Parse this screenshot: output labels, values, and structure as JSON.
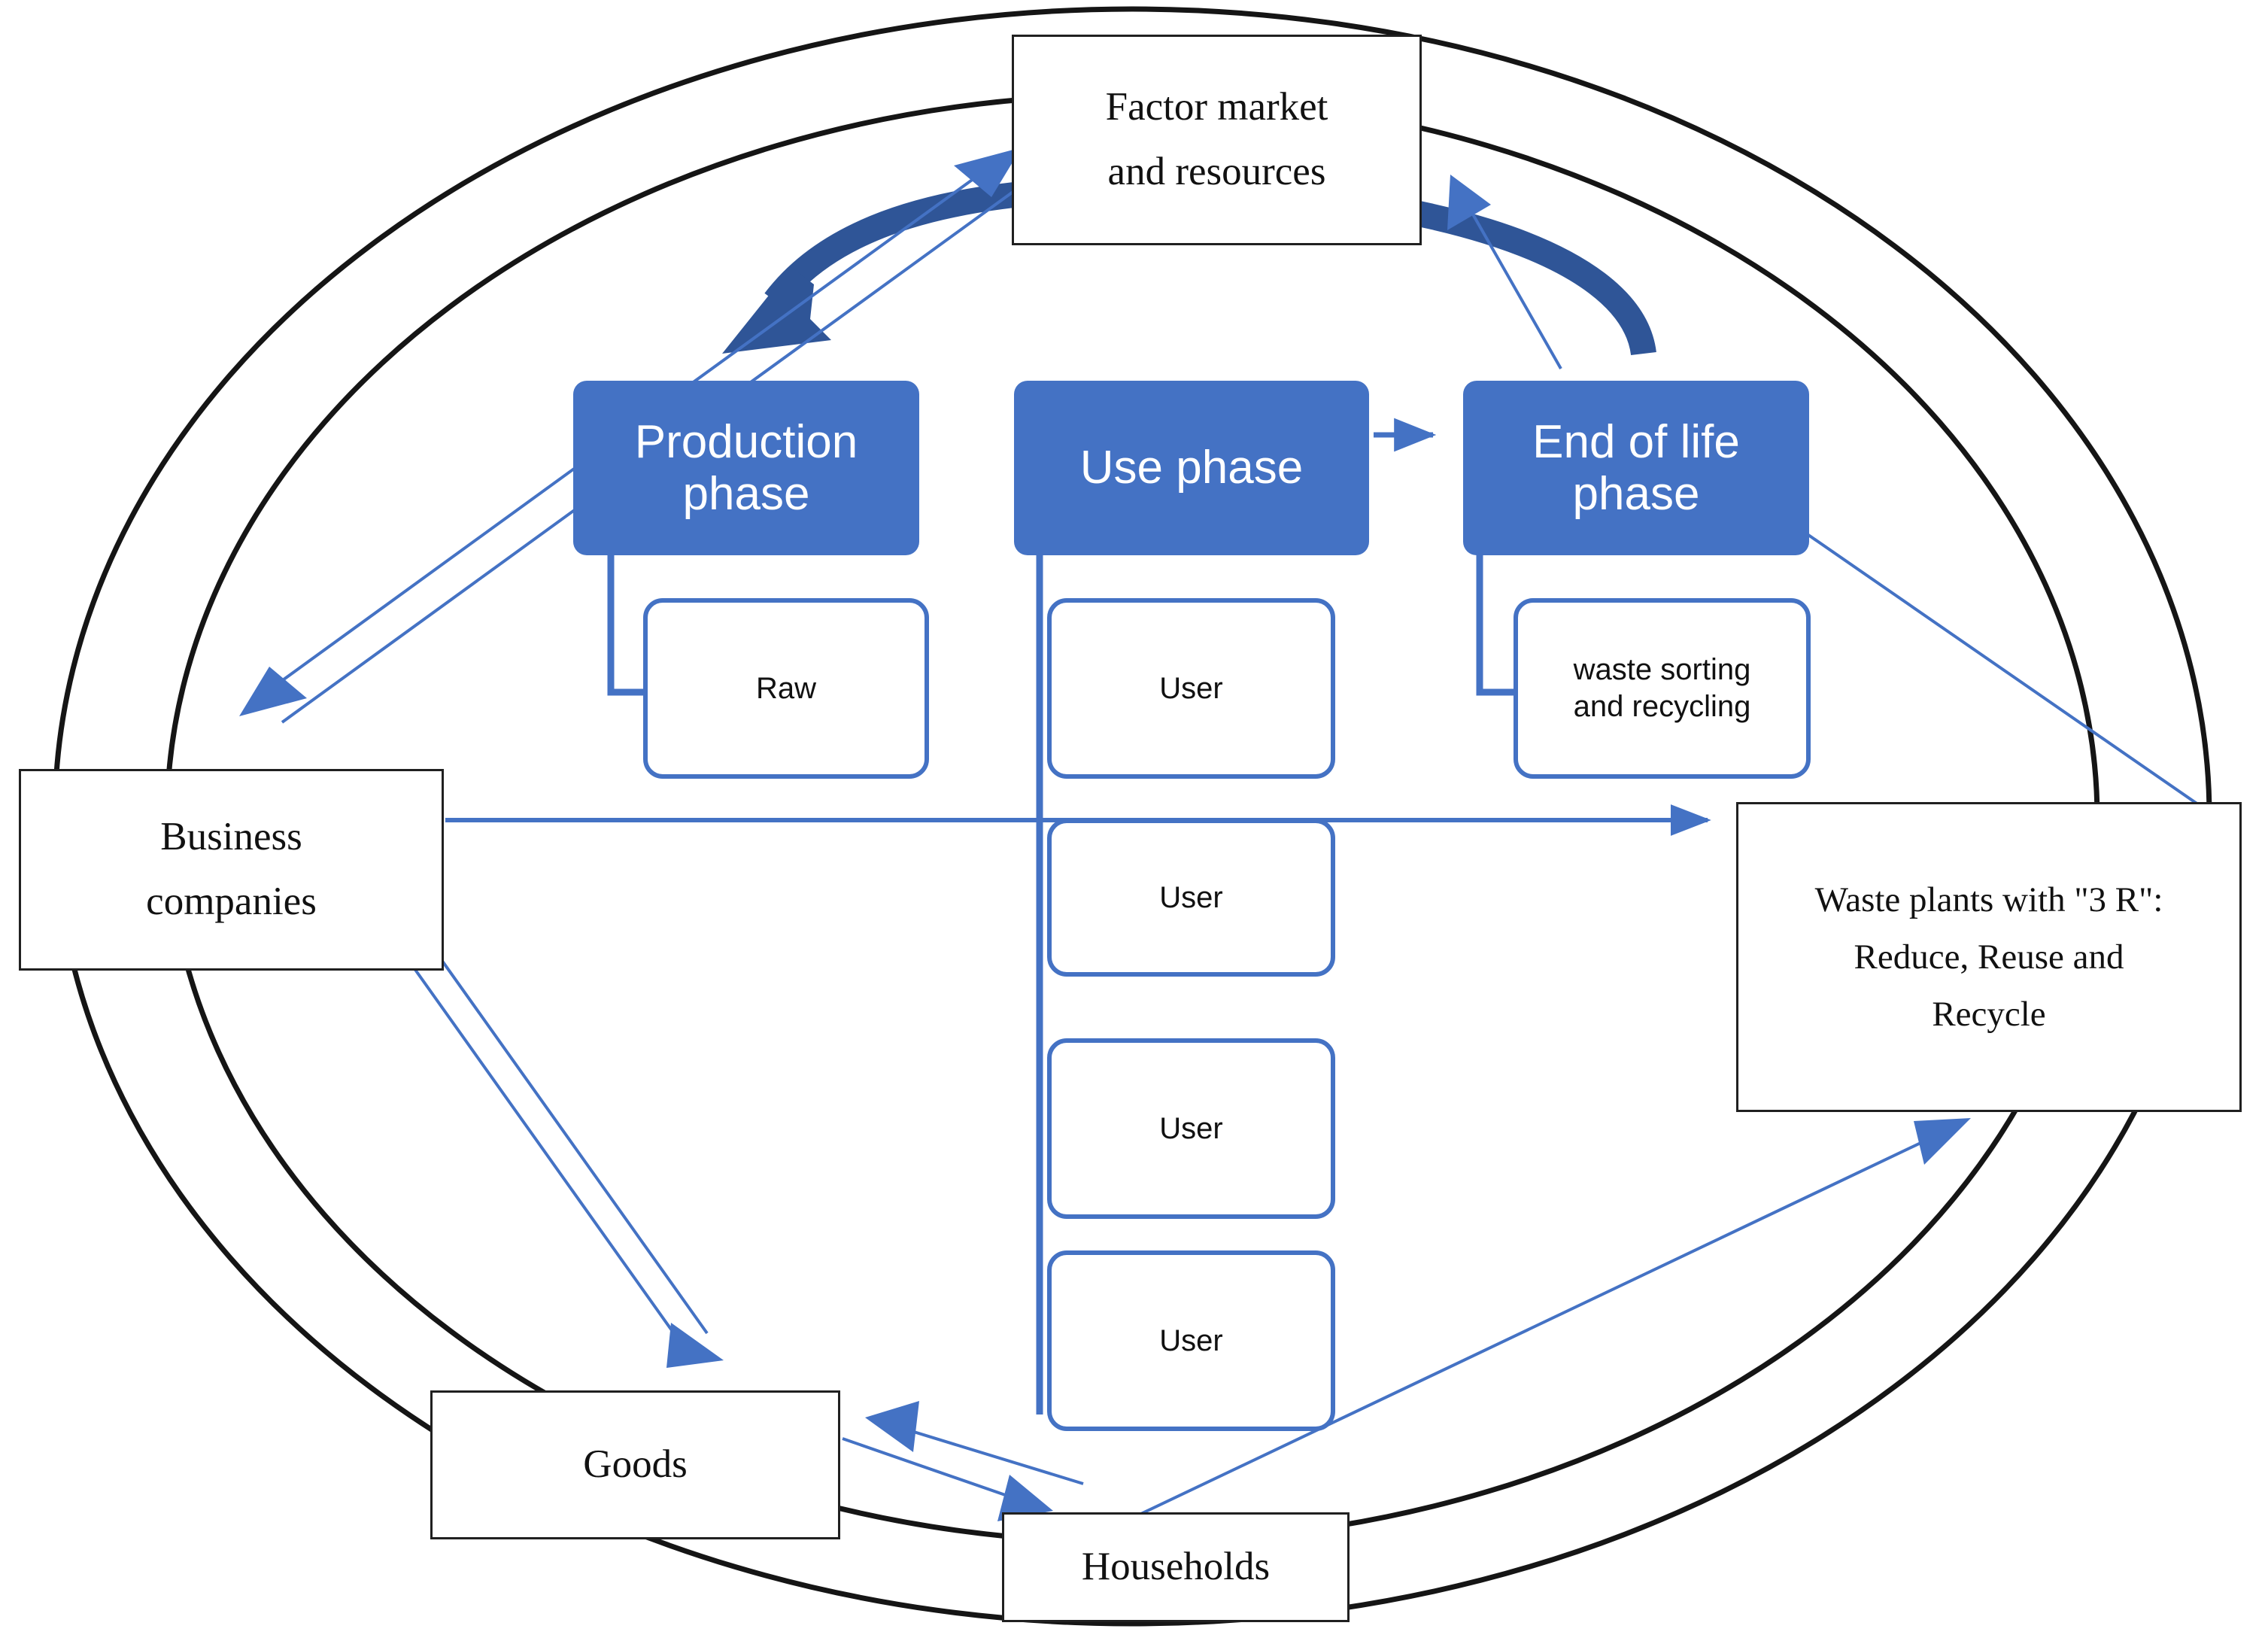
{
  "diagram": {
    "title": "Circular economy flow diagram",
    "colors": {
      "accent_blue": "#4472C4",
      "dark_blue": "#2F5597",
      "outline_black": "#202020",
      "background": "#FFFFFF"
    }
  },
  "nodes": {
    "factor_market": {
      "lines": [
        "Factor market",
        "and resources"
      ]
    },
    "business_companies": {
      "lines": [
        "Business",
        "companies"
      ]
    },
    "waste_plants": {
      "lines": [
        "Waste plants with \"3 R\":",
        "Reduce, Reuse and",
        "Recycle"
      ]
    },
    "goods": {
      "lines": [
        "Goods"
      ]
    },
    "households": {
      "lines": [
        "Households"
      ]
    },
    "production_phase": {
      "lines": [
        "Production",
        "phase"
      ]
    },
    "use_phase": {
      "lines": [
        "Use phase"
      ]
    },
    "end_of_life_phase": {
      "lines": [
        "End of life",
        "phase"
      ]
    },
    "raw": {
      "lines": [
        "Raw"
      ]
    },
    "waste_sorting": {
      "lines": [
        "waste sorting",
        "and recycling"
      ]
    },
    "user_1": {
      "lines": [
        "User"
      ]
    },
    "user_2": {
      "lines": [
        "User"
      ]
    },
    "user_3": {
      "lines": [
        "User"
      ]
    },
    "user_4": {
      "lines": [
        "User"
      ]
    }
  },
  "connectors": {
    "outer_ellipse": "outer-ellipse-ring",
    "inner_ellipse": "inner-ellipse-ring",
    "thick_curve": "end-of-life-to-factor-market-curved-arrow",
    "factor_to_business": "factor-market-to-business-companies-double-arrow",
    "business_to_waste": "business-companies-to-waste-plants-arrow",
    "business_to_goods": "business-companies-to-goods-double-arrow",
    "goods_households": "goods-households-exchange-arrows",
    "households_to_waste": "households-to-waste-plants-arrow",
    "eol_to_factor": "end-of-life-to-factor-market-thin-arrow",
    "eol_to_waste": "end-of-life-to-waste-plants-line",
    "use_to_eol": "use-phase-to-end-of-life-arrow"
  }
}
